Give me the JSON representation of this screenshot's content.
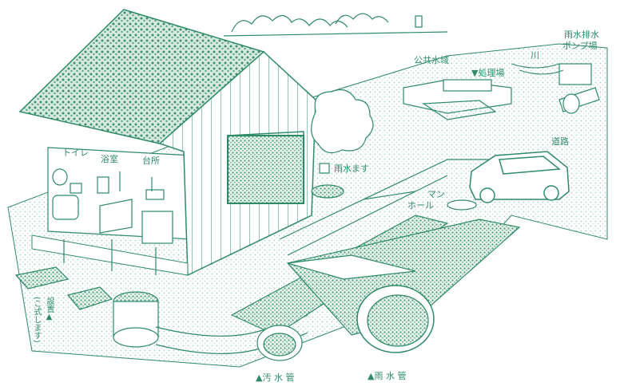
{
  "labels": {
    "toilet": "トイレ",
    "bath": "浴室",
    "kitchen": "台所",
    "rainwater_inlet": "雨水ます",
    "manhole_line1": "マン",
    "manhole_line2": "ホール",
    "public_waters": "公共水域",
    "treatment_plant": "▼処理場",
    "pump_station_line1": "雨水排水",
    "pump_station_line2": "ポンプ場",
    "river": "川",
    "road": "道路",
    "sewage_pipe": "▲汚 水 管",
    "storm_pipe": "▲雨 水 管",
    "house_note_line1": "設置▲",
    "house_note_line2": "(こ式します)"
  },
  "colors": {
    "ink": "#2f8a68",
    "hatch": "#4a9c7c",
    "dots": "#a9cfc0",
    "paper": "#ffffff"
  }
}
